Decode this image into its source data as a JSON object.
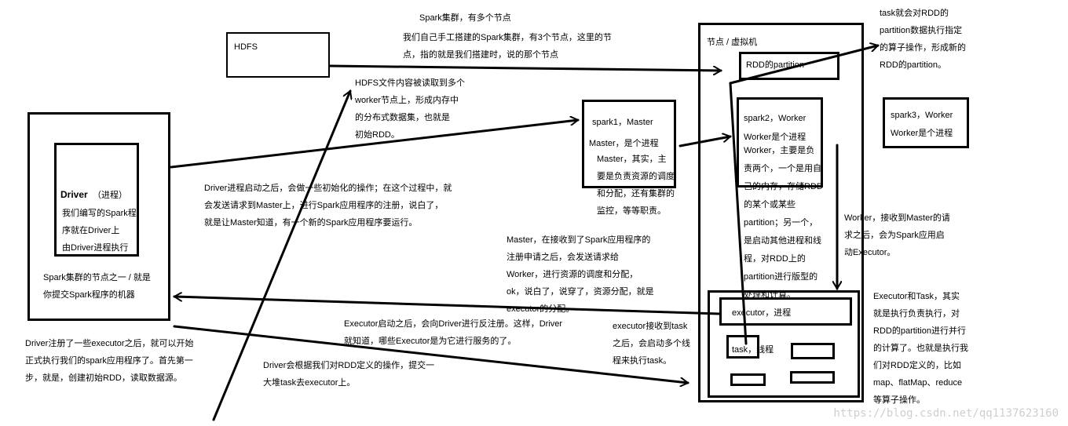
{
  "spark_cluster": {
    "title": "Spark集群，有多个节点",
    "desc": "我们自己手工搭建的Spark集群，有3个节点，这里的节\n点，指的就是我们搭建时，说的那个节点"
  },
  "hdfs": {
    "label": "HDFS",
    "desc": "HDFS文件内容被读取到多个\nworker节点上，形成内存中\n的分布式数据集，也就是\n初始RDD。"
  },
  "driver": {
    "title": "Driver",
    "suffix": "（进程）",
    "desc": "我们编写的Spark程\n序就在Driver上\n由Driver进程执行",
    "node_desc": "Spark集群的节点之一 / 就是\n你提交Spark程序的机器"
  },
  "driver_start": "Driver进程启动之后，会做一些初始化的操作；在这个过程中，就\n会发送请求到Master上，进行Spark应用程序的注册，说白了，\n就是让Master知道，有一个新的Spark应用程序要运行。",
  "driver_register": "Driver注册了一些executor之后，就可以开始\n正式执行我们的spark应用程序了。首先第一\n步，就是，创建初始RDD，读取数据源。",
  "driver_submit": "Driver会根据我们对RDD定义的操作，提交一\n大堆task去executor上。",
  "executor_register": "Executor启动之后，会向Driver进行反注册。这样，Driver\n就知道，哪些Executor是为它进行服务的了。",
  "spark1": {
    "title": "spark1，Master",
    "sub": "Master，是个进程",
    "desc": "Master，其实，主\n要是负责资源的调度\n和分配，还有集群的\n监控，等等职责。"
  },
  "master_dispatch": "Master，在接收到了Spark应用程序的\n注册申请之后，会发送请求给\nWorker，进行资源的调度和分配，\nok，说白了，说穿了，资源分配，就是\nexecutor的分配。",
  "node": {
    "label": "节点 / 虚拟机",
    "rdd_partition": "RDD的partition"
  },
  "spark2": {
    "title": "spark2，Worker",
    "sub": "Worker是个进程",
    "desc": "Worker，主要是负\n责两个，一个是用自\n己的内存，存储RDD\n的某个或某些\npartition；另一个，\n是启动其他进程和线\n程，对RDD上的\npartition进行版型的\n处理和计算。"
  },
  "spark3": {
    "title": "spark3，Worker",
    "sub": "Worker是个进程"
  },
  "worker_start": "Worker，接收到Master的请\n求之后，会为Spark应用启\n动Executor。",
  "task_rdd": "task就会对RDD的\npartition数据执行指定\n的算子操作，形成新的\nRDD的partition。",
  "executor": {
    "label": "executor，进程",
    "task_label": "task，线程"
  },
  "executor_task": "executor接收到task\n之后，会启动多个线\n程来执行task。",
  "executor_task_desc": "Executor和Task，其实\n就是执行负责执行，对\nRDD的partition进行并行\n的计算了。也就是执行我\n们对RDD定义的，比如\nmap、flatMap、reduce\n等算子操作。",
  "watermark": "https://blog.csdn.net/qq1137623160"
}
